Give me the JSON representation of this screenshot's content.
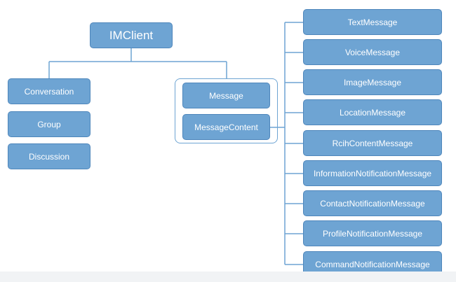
{
  "diagram": {
    "root": {
      "label": "IMClient"
    },
    "left_nodes": [
      {
        "label": "Conversation"
      },
      {
        "label": "Group"
      },
      {
        "label": "Discussion"
      }
    ],
    "middle_nodes": [
      {
        "label": "Message"
      },
      {
        "label": "MessageContent"
      }
    ],
    "right_nodes": [
      {
        "label": "TextMessage"
      },
      {
        "label": "VoiceMessage"
      },
      {
        "label": "ImageMessage"
      },
      {
        "label": "LocationMessage"
      },
      {
        "label": "RcihContentMessage"
      },
      {
        "label": "InformationNotificationMessage"
      },
      {
        "label": "ContactNotificationMessage"
      },
      {
        "label": "ProfileNotificationMessage"
      },
      {
        "label": "CommandNotificationMessage"
      }
    ],
    "colors": {
      "node_fill": "#6ea4d3",
      "node_border": "#4e86bb",
      "connector": "#6ea4d3",
      "text": "#ffffff"
    }
  }
}
